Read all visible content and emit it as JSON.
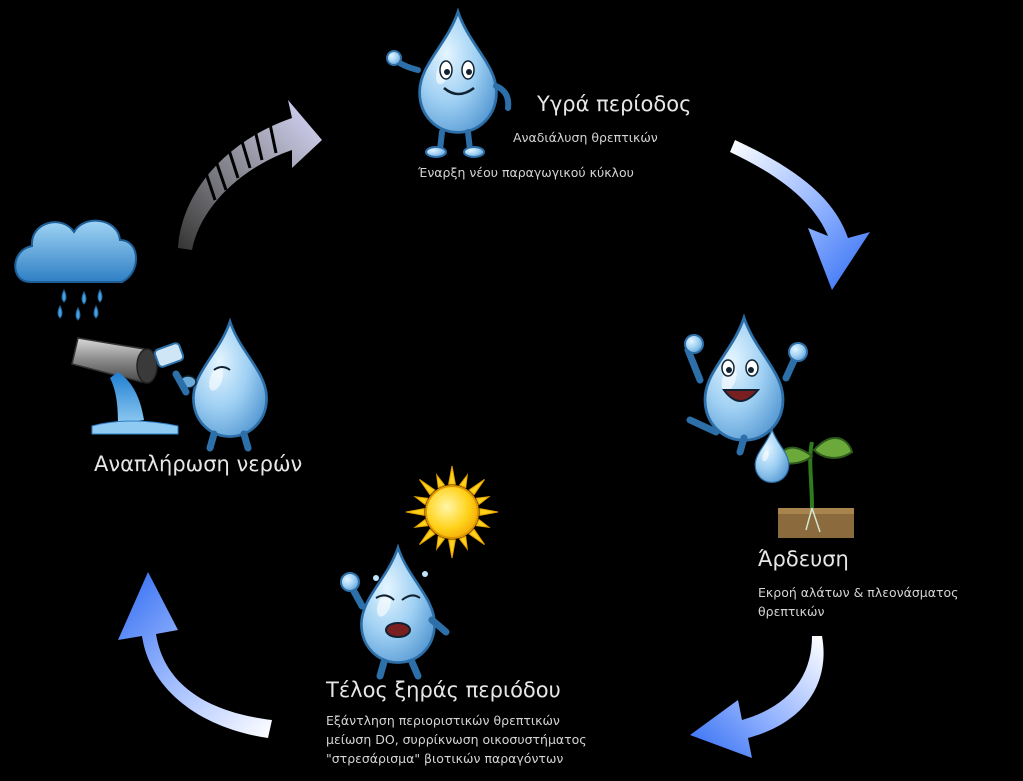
{
  "stages": {
    "wet": {
      "title": "Υγρά περίοδος",
      "lines": [
        "Αναδιάλυση θρεπτικών",
        "Έναρξη νέου παραγωγικού κύκλου"
      ]
    },
    "irrigation": {
      "title": "Άρδευση",
      "lines": [
        "Εκροή αλάτων & πλεονάσματος",
        "θρεπτικών"
      ]
    },
    "dry_end": {
      "title": "Τέλος ξηράς περιόδου",
      "lines": [
        "Εξάντληση περιοριστικών θρεπτικών",
        "μείωση DO, συρρίκνωση οικοσυστήματος",
        "\"στρεσάρισμα\" βιοτικών παραγόντων"
      ]
    },
    "replenish": {
      "title": "Αναπλήρωση νερών",
      "lines": []
    }
  },
  "colors": {
    "background": "#000000",
    "drop_fill": "#8ec6ee",
    "drop_edge": "#2d6fa8",
    "arrow_blue": "#2f6bf2",
    "arrow_fade": "#ffffff",
    "sun": "#ffd21a",
    "cloud": "#4e9fd8"
  },
  "icons": [
    "water-drop-character",
    "rain-cloud-icon",
    "pipe-icon",
    "seedling-icon",
    "sun-icon",
    "cycle-arrow-icon"
  ]
}
